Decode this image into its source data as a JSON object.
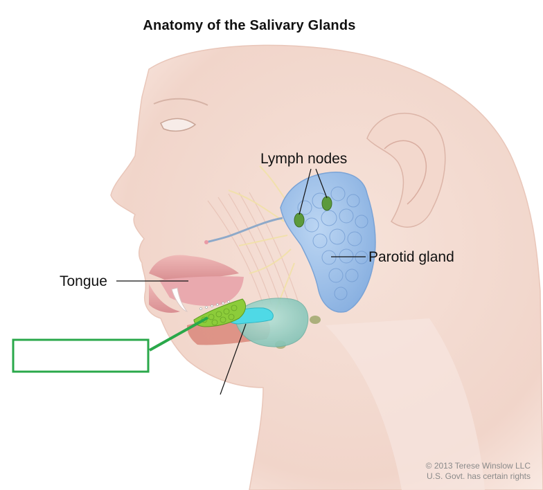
{
  "diagram": {
    "title": "Anatomy of the Salivary Glands",
    "labels": {
      "lymph_nodes": "Lymph nodes",
      "parotid_gland": "Parotid gland",
      "tongue": "Tongue"
    },
    "answer_box": {
      "text": "",
      "border_color": "#2aa84a"
    },
    "copyright": {
      "line1": "© 2013 Terese Winslow LLC",
      "line2": "U.S. Govt. has certain rights"
    },
    "colors": {
      "skin": "#f3d9cf",
      "parotid": "#9fc3ea",
      "sublingual": "#8ccc3a",
      "submandibular": "#9fd4c8",
      "duct_highlight": "#4fd9e6",
      "lymph_node": "#5c9a3c",
      "lip": "#e8a8a8"
    }
  }
}
